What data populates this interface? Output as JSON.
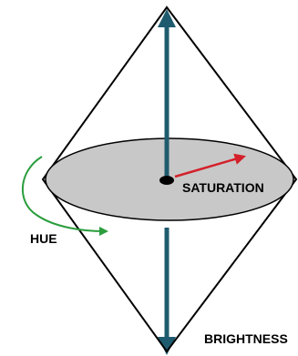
{
  "labels": {
    "saturation": "SATURATION",
    "hue": "HUE",
    "brightness": "BRIGHTNESS"
  },
  "colors": {
    "outline": "#000000",
    "disk_fill": "#c8c8c8",
    "axis": "#1f5b6e",
    "saturation_arrow": "#d4202a",
    "hue_arrow": "#2a9d3c",
    "center_dot": "#000000"
  }
}
